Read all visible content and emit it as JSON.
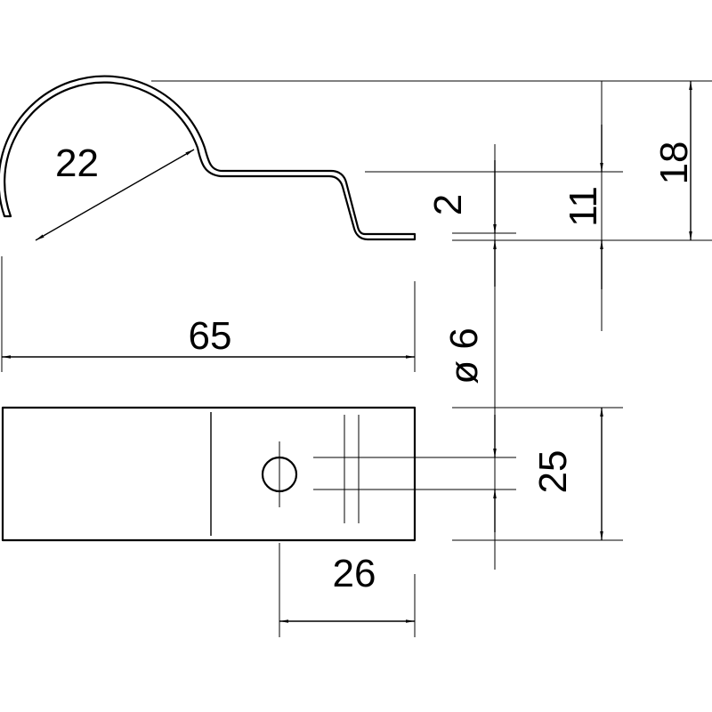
{
  "drawing": {
    "dimensions": {
      "diameter": "22",
      "length": "65",
      "height_total": "18",
      "height_mid": "11",
      "thickness": "2",
      "hole": "ø 6",
      "width": "25",
      "hole_offset": "26"
    },
    "colors": {
      "line": "#000000",
      "background": "#ffffff"
    }
  }
}
